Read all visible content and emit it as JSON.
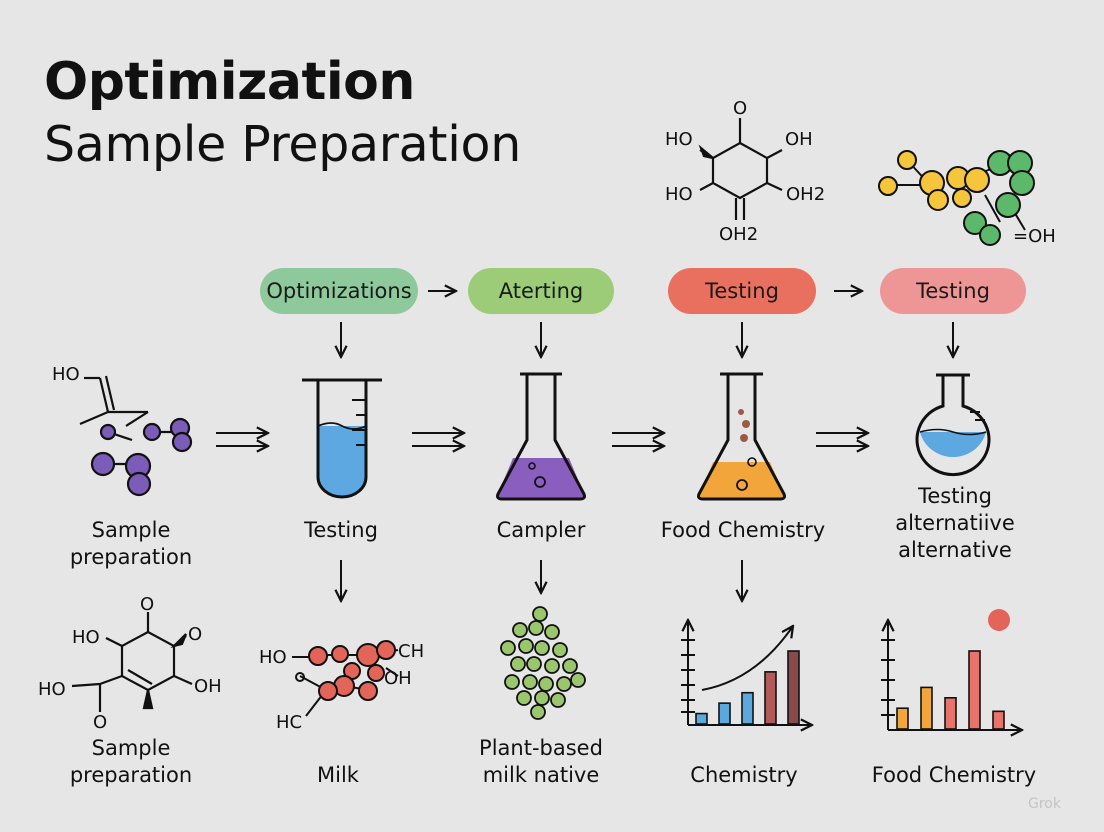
{
  "title": {
    "line1": "Optimization",
    "line2": "Sample Preparation"
  },
  "steps": [
    {
      "label": "Optimizations",
      "color": "#8ec99c"
    },
    {
      "label": "Aterting",
      "color": "#9ccc77"
    },
    {
      "label": "Testing",
      "color": "#e9705f"
    },
    {
      "label": "Testing",
      "color": "#ee9696"
    }
  ],
  "row1_labels": [
    "Sample\npreparation",
    "Testing",
    "Campler",
    "Food Chemistry",
    "Testing\nalternatiive\nalternative"
  ],
  "row2_labels": [
    "Sample\npreparation",
    "Milk",
    "Plant-based\nmilk native",
    "Chemistry",
    "Food Chemistry"
  ],
  "molecule_labels": {
    "top_ring": [
      "O",
      "HO",
      "OH",
      "HO",
      "OH2",
      "OH2"
    ],
    "top_cluster": [
      "=OH"
    ],
    "row1_left": [
      "HO"
    ],
    "row2_ring": [
      "O",
      "HO",
      "O",
      "HO",
      "OH",
      "O"
    ],
    "row2_milk": [
      "HO",
      "CH",
      "OH",
      "HC"
    ]
  },
  "liquid_colors": {
    "tube": "#5da8e0",
    "campler_flask": "#8a5ebf",
    "food_flask": "#f2a53a",
    "round_flask": "#5da8e0"
  },
  "chart_data": [
    {
      "type": "bar",
      "values": [
        1,
        2,
        3,
        5,
        7
      ],
      "colors": [
        "#5aa8dc",
        "#5aa8dc",
        "#5aa8dc",
        "#b05a5a",
        "#8a4a4a"
      ],
      "trend": "increasing"
    },
    {
      "type": "bar",
      "values": [
        2,
        4,
        3,
        7.5,
        1.7
      ],
      "colors": [
        "#f2a53a",
        "#f2a53a",
        "#e8736a",
        "#e8736a",
        "#e8736a"
      ],
      "marker": "point-high"
    }
  ],
  "watermark": "Grok"
}
